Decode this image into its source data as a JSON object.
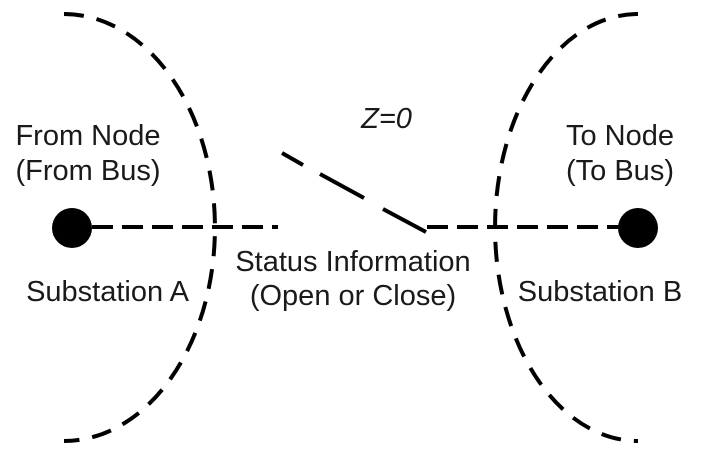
{
  "labels": {
    "from_node_line1": "From Node",
    "from_node_line2": "(From Bus)",
    "to_node_line1": "To Node",
    "to_node_line2": "(To Bus)",
    "substation_a": "Substation A",
    "substation_b": "Substation B",
    "impedance": "Z=0",
    "status_line1": "Status Information",
    "status_line2": "(Open or Close)"
  },
  "colors": {
    "line": "#000000",
    "node_fill": "#000000",
    "text": "#1a1a1a",
    "background": "#ffffff"
  }
}
